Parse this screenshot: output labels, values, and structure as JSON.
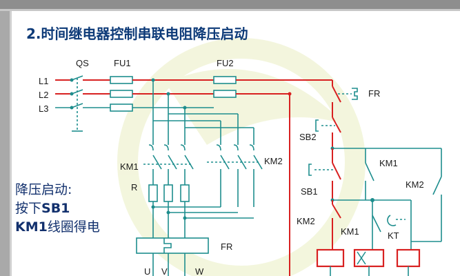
{
  "title": "2.时间继电器控制串联电阻降压启动",
  "labels": {
    "qs": "QS",
    "fu1": "FU1",
    "fu2": "FU2",
    "l1": "L1",
    "l2": "L2",
    "l3": "L3",
    "km1_main": "KM1",
    "km2_main": "KM2",
    "resistor": "R",
    "fr_main": "FR",
    "u": "U",
    "v": "V",
    "w": "W",
    "fr_ctrl": "FR",
    "sb2": "SB2",
    "sb1": "SB1",
    "km1_aux": "KM1",
    "km2_aux": "KM2",
    "km2_aux_left": "KM2",
    "km1_coil": "KM1",
    "kt": "KT"
  },
  "note": {
    "line1": "降压启动:",
    "line2_prefix": "按下",
    "line2_bold": "SB1",
    "line3_bold": "KM1",
    "line3_suffix": "线圈得电"
  },
  "colors": {
    "background": "#ffffff",
    "wire_teal": "#1d8d8d",
    "wire_red": "#d82020",
    "title_blue": "#0d3a78",
    "watermark": "#eef2cf"
  }
}
